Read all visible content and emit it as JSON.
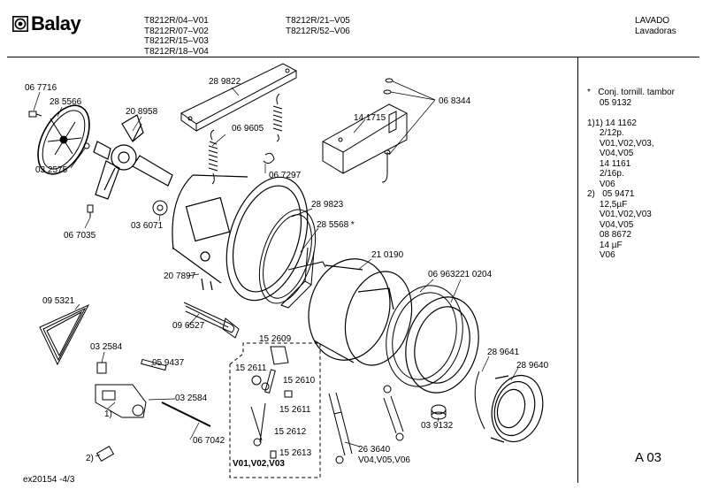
{
  "brand": "Balay",
  "models": {
    "col1": [
      "T8212R/04–V01",
      "T8212R/07–V02",
      "T8212R/15–V03",
      "T8212R/18–V04"
    ],
    "col2": [
      "T8212R/21–V05",
      "T8212R/52–V06"
    ]
  },
  "category": {
    "line1": "LAVADO",
    "line2": "Lavadoras"
  },
  "parts": {
    "p067716": "06 7716",
    "p285566": "28 5566",
    "p208958": "20 8958",
    "p032575": "03 2575",
    "p036071": "03 6071",
    "p067035": "06 7035",
    "p289822": "28 9822",
    "p069605": "06 9605",
    "p067297": "06 7297",
    "p141715": "14 1715",
    "p068344": "06 8344",
    "p289823": "28 9823",
    "p285568": "28 5568 *",
    "p210190": "21 0190",
    "p069632": "06 9632",
    "p210204": "21 0204",
    "p207897": "20 7897",
    "p095321": "09 5321",
    "p096527": "09 6527",
    "p152609": "15 2609",
    "p152611a": "15 2611",
    "p152610": "15 2610",
    "p152611b": "15 2611",
    "p152612": "15 2612",
    "p152613": "15 2613",
    "variantV01": "V01,V02,V03",
    "p032584a": "03 2584",
    "p059437": "05 9437",
    "p032584b": "03 2584",
    "p067042": "06 7042",
    "p263640": "26 3640",
    "variantV04": "V04,V05,V06",
    "p039132": "03 9132",
    "p289641": "28 9641",
    "p289640": "28 9640",
    "ref1": "1)",
    "ref2": "2)"
  },
  "notes": [
    "*   Conj. tornill. tambor",
    "     05 9132",
    "",
    "1)1) 14 1162",
    "     2/12p.",
    "     V01,V02,V03,",
    "     V04,V05",
    "     14 1161",
    "     2/16p.",
    "     V06",
    "2)   05 9471",
    "     12,5µF",
    "     V01,V02,V03",
    "     V04,V05",
    "     08 8672",
    "     14 µF",
    "     V06"
  ],
  "page_code": "A 03",
  "footer": "ex20154 -4/3"
}
